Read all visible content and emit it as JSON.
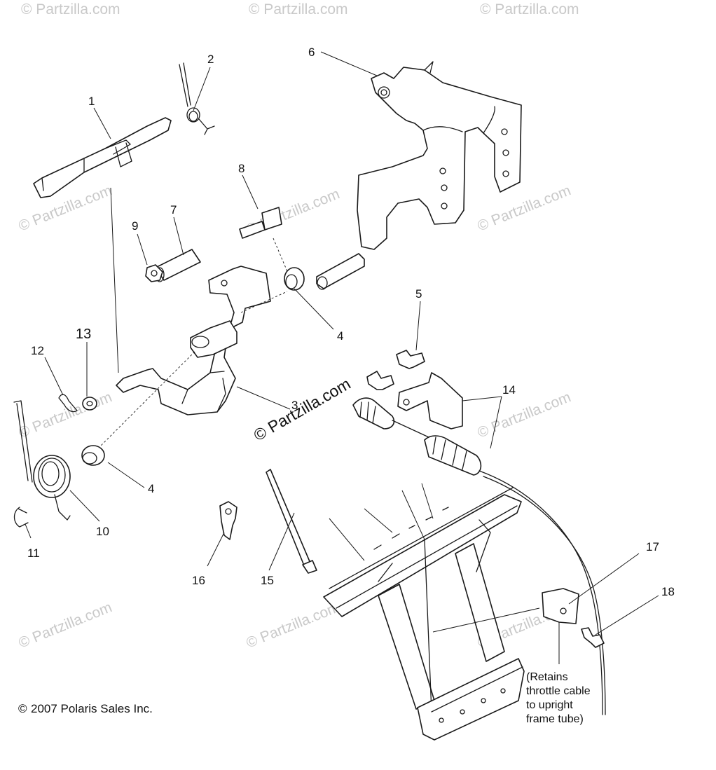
{
  "watermark_text": "© Partzilla.com",
  "brand_watermark": "© Partzilla.com",
  "callouts": [
    "1",
    "2",
    "3",
    "4",
    "4",
    "5",
    "6",
    "7",
    "8",
    "9",
    "10",
    "11",
    "12",
    "13",
    "14",
    "15",
    "16",
    "17",
    "18"
  ],
  "note_lines": [
    "(Retains",
    "throttle cable",
    "to upright",
    "frame tube)"
  ],
  "copyright": "2007 Polaris Sales Inc.",
  "copyright_symbol": "©"
}
